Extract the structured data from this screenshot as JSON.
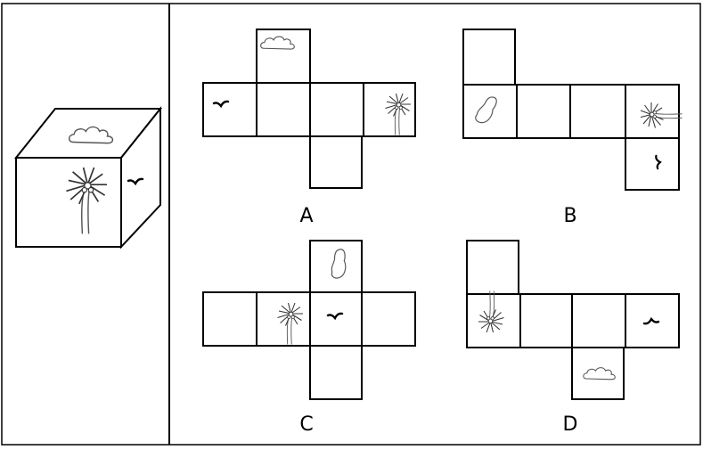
{
  "options": [
    {
      "label": "A"
    },
    {
      "label": "B"
    },
    {
      "label": "C"
    },
    {
      "label": "D"
    }
  ],
  "colors": {
    "line": "#000000",
    "faint": "#555555",
    "background": "#ffffff"
  },
  "icons": [
    "cloud-icon",
    "palm-tree-icon",
    "bird-icon",
    "island-icon"
  ]
}
